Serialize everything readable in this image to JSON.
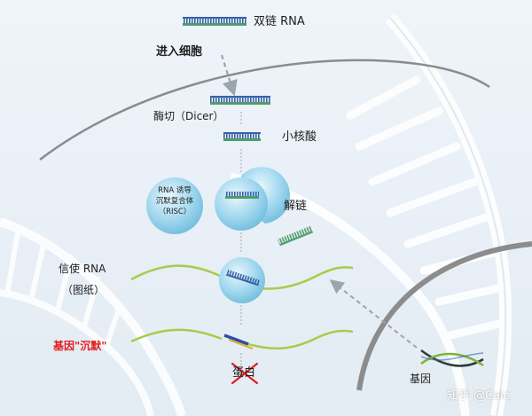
{
  "labels": {
    "dsrna": "双链 RNA",
    "enter_cell": "进入细胞",
    "dicer": "酶切（Dicer）",
    "sirna": "小核酸",
    "risc_line1": "RNA 诱导",
    "risc_line2": "沉默复合体",
    "risc_line3": "（RISC）",
    "unwind": "解链",
    "mrna_line1": "信使 RNA",
    "mrna_line2": "（图纸）",
    "silencing": "基因\"沉默\"",
    "protein": "蛋白",
    "gene": "基因",
    "watermark": "知乎 @Caic"
  },
  "colors": {
    "rna_strand": "#4e9c6a",
    "rna_ticks": "#3a62a8",
    "mrna": "#a7cc4a",
    "risc_fill": "#86c9e6",
    "cleaved_guide": "#2c4fa3",
    "silencing_text": "#e21c1c",
    "cross": "#e21c1c"
  },
  "icons": [
    "dsrna-icon",
    "sirna-icon",
    "risc-sphere-icon",
    "arrow-icon",
    "cross-icon",
    "dna-helix-icon"
  ]
}
